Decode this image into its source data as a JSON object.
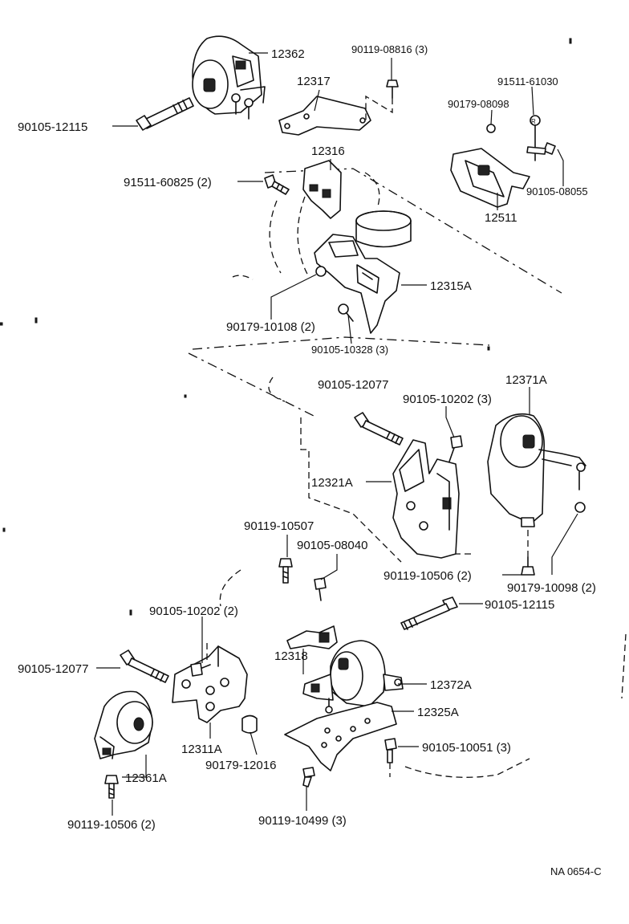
{
  "labels": {
    "p12362": "12362",
    "p90119_08816": "90119-08816 (3)",
    "p12317": "12317",
    "p91511_61030": "91511-61030",
    "p90179_08098": "90179-08098",
    "p90105_12115_top": "90105-12115",
    "p12316": "12316",
    "p91511_60825": "91511-60825 (2)",
    "p90105_08055": "90105-08055",
    "p12511": "12511",
    "p12315A": "12315A",
    "p90179_10108": "90179-10108 (2)",
    "p90105_10328": "90105-10328 (3)",
    "p90105_12077_mid": "90105-12077",
    "p12371A": "12371A",
    "p90105_10202_mid": "90105-10202 (3)",
    "p12321A": "12321A",
    "p90119_10507": "90119-10507",
    "p90105_08040": "90105-08040",
    "p90119_10506_mid": "90119-10506 (2)",
    "p90179_10098": "90179-10098 (2)",
    "p90105_10202_low": "90105-10202 (2)",
    "p90105_12115_low": "90105-12115",
    "p12318": "12318",
    "p12372A": "12372A",
    "p90105_12077_low": "90105-12077",
    "p12325A": "12325A",
    "p12311A": "12311A",
    "p90179_12016": "90179-12016",
    "p90105_10051": "90105-10051 (3)",
    "p12361A": "12361A",
    "p90119_10506_low": "90119-10506 (2)",
    "p90119_10499": "90119-10499 (3)",
    "diagram_code": "NA 0654-C"
  }
}
